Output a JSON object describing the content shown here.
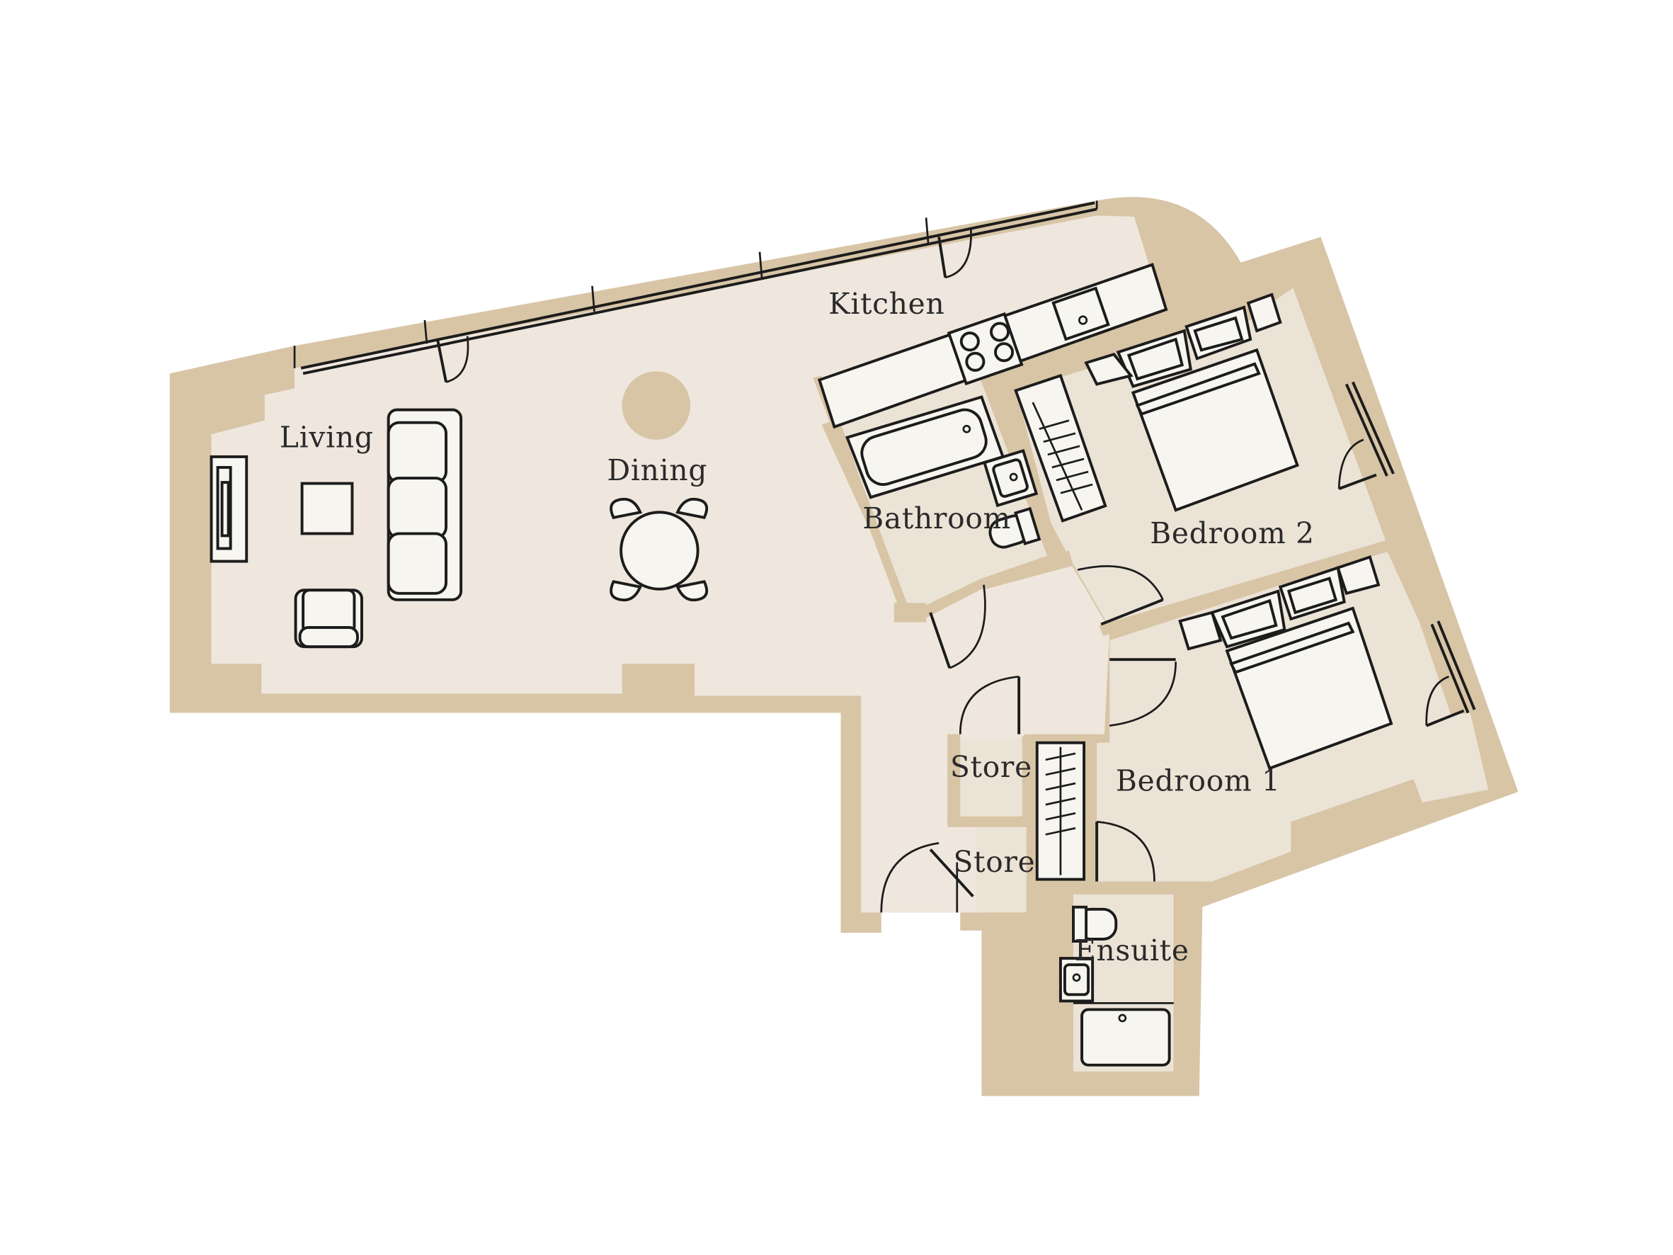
{
  "plan": {
    "rooms": {
      "kitchen": "Kitchen",
      "living": "Living",
      "dining": "Dining",
      "bathroom": "Bathroom",
      "bedroom2": "Bedroom 2",
      "bedroom1": "Bedroom 1",
      "store_upper": "Store",
      "store_lower": "Store",
      "ensuite": "Ensuite"
    },
    "colors": {
      "wall": "#d8c5a6",
      "floor": "#efe7dd",
      "fixture_fill": "#f7f5f0",
      "line": "#1c1c1c"
    }
  }
}
